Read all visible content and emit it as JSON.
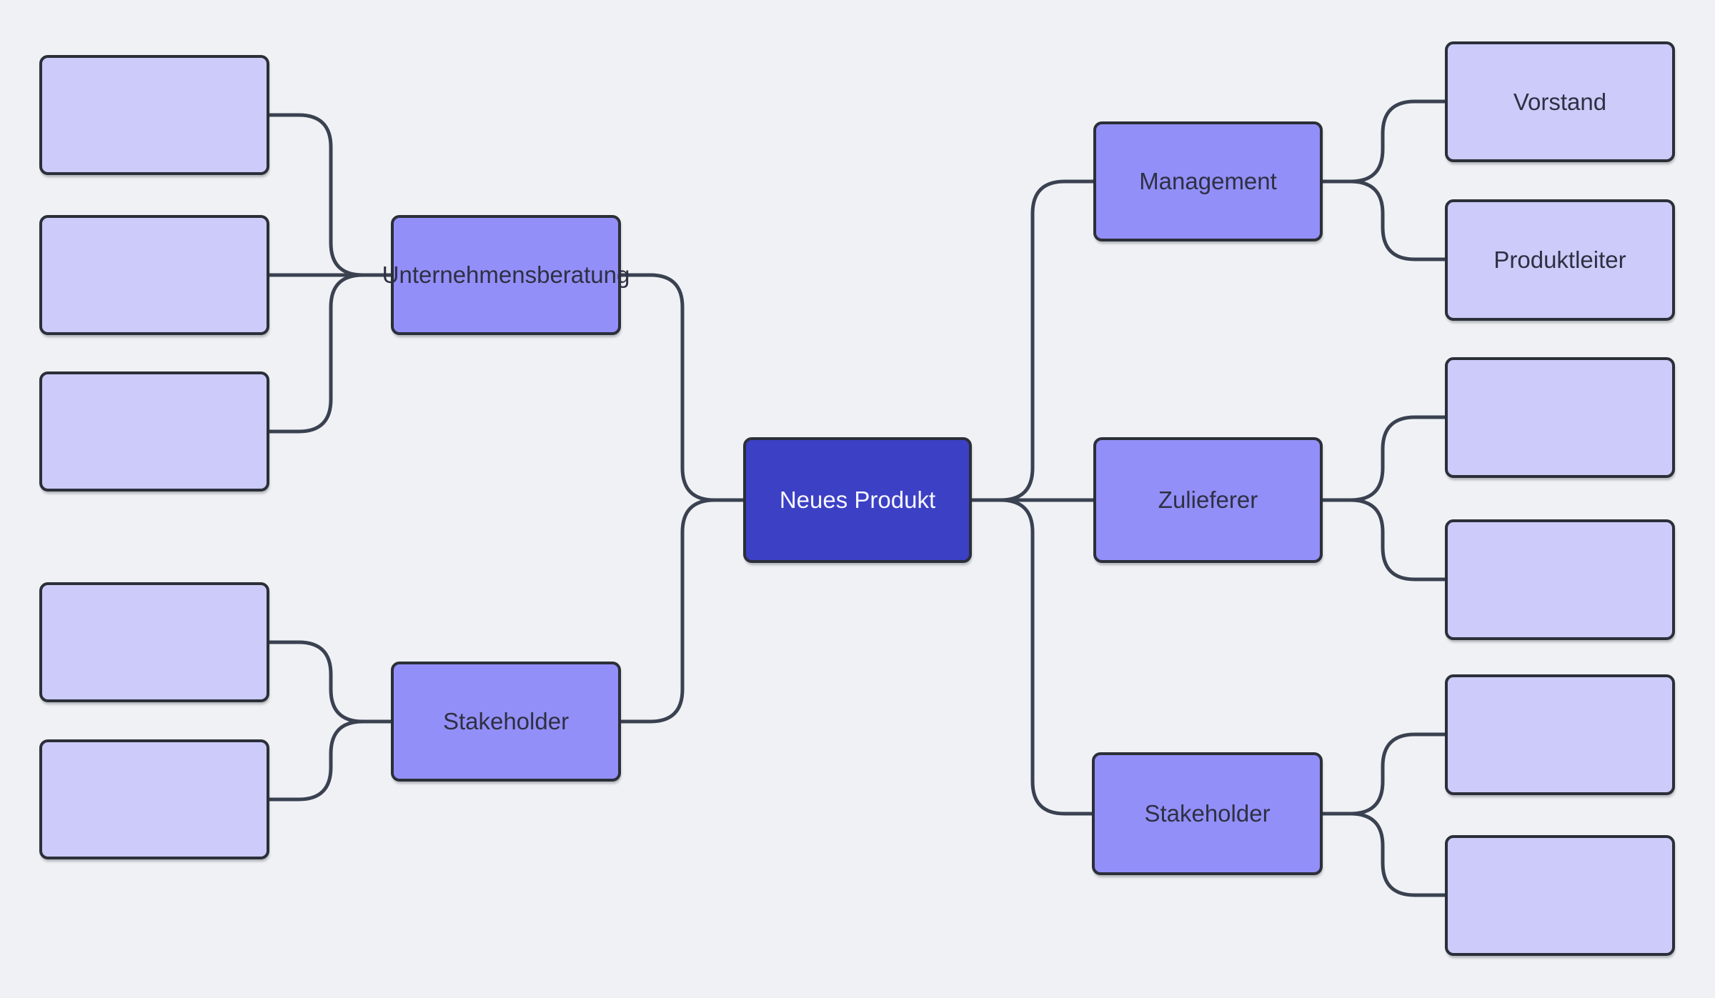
{
  "colors": {
    "background": "#eff1f4",
    "root_fill": "#3c40c5",
    "root_text": "#f7f7fd",
    "branch_fill": "#938ff8",
    "leaf_fill": "#cccbf9",
    "node_border": "#2b2f38",
    "node_text": "#2e3043",
    "edge": "#3a4150"
  },
  "mindmap": {
    "type": "mindmap",
    "root": {
      "label": "Neues Produkt"
    },
    "left": [
      {
        "label": "Unternehmensberatung",
        "children": [
          {
            "label": ""
          },
          {
            "label": ""
          },
          {
            "label": ""
          }
        ]
      },
      {
        "label": "Stakeholder",
        "children": [
          {
            "label": ""
          },
          {
            "label": ""
          }
        ]
      }
    ],
    "right": [
      {
        "label": "Management",
        "children": [
          {
            "label": "Vorstand"
          },
          {
            "label": "Produktleiter"
          }
        ]
      },
      {
        "label": "Zulieferer",
        "children": [
          {
            "label": ""
          },
          {
            "label": ""
          }
        ]
      },
      {
        "label": "Stakeholder",
        "children": [
          {
            "label": ""
          },
          {
            "label": ""
          }
        ]
      }
    ]
  }
}
